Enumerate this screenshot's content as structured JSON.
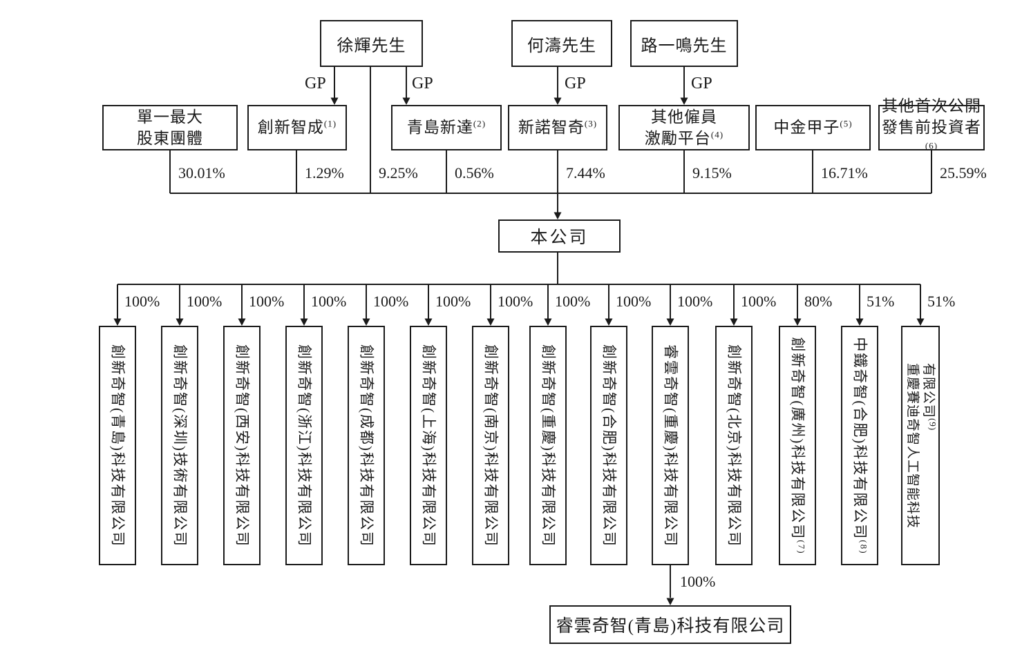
{
  "colors": {
    "line": "#1a1a1a",
    "text": "#1a1a1a",
    "background": "#ffffff"
  },
  "chart": {
    "gp_label": "GP",
    "persons": [
      "徐輝先生",
      "何濤先生",
      "路一鳴先生"
    ],
    "shareholders": [
      {
        "lines": [
          "單一最大",
          "股東團體"
        ],
        "sup": ""
      },
      {
        "lines": [
          "創新智成"
        ],
        "sup": "(1)"
      },
      {
        "lines": [
          "青島新達"
        ],
        "sup": "(2)"
      },
      {
        "lines": [
          "新諾智奇"
        ],
        "sup": "(3)"
      },
      {
        "lines": [
          "其他僱員",
          "激勵平台"
        ],
        "sup": "(4)"
      },
      {
        "lines": [
          "中金甲子"
        ],
        "sup": "(5)"
      },
      {
        "lines": [
          "其他首次公開",
          "發售前投資者"
        ],
        "sup": "(6)"
      }
    ],
    "top_percentages": [
      "30.01%",
      "1.29%",
      "9.25%",
      "0.56%",
      "7.44%",
      "9.15%",
      "16.71%",
      "25.59%"
    ],
    "company": "本公司",
    "subsidiaries": [
      {
        "lines": [
          "創新奇智(青島)科技有限公司"
        ],
        "sup": "",
        "pct": "100%"
      },
      {
        "lines": [
          "創新奇智(深圳)技術有限公司"
        ],
        "sup": "",
        "pct": "100%"
      },
      {
        "lines": [
          "創新奇智(西安)科技有限公司"
        ],
        "sup": "",
        "pct": "100%"
      },
      {
        "lines": [
          "創新奇智(浙江)科技有限公司"
        ],
        "sup": "",
        "pct": "100%"
      },
      {
        "lines": [
          "創新奇智(成都)科技有限公司"
        ],
        "sup": "",
        "pct": "100%"
      },
      {
        "lines": [
          "創新奇智(上海)科技有限公司"
        ],
        "sup": "",
        "pct": "100%"
      },
      {
        "lines": [
          "創新奇智(南京)科技有限公司"
        ],
        "sup": "",
        "pct": "100%"
      },
      {
        "lines": [
          "創新奇智(重慶)科技有限公司"
        ],
        "sup": "",
        "pct": "100%"
      },
      {
        "lines": [
          "創新奇智(合肥)科技有限公司"
        ],
        "sup": "",
        "pct": "100%"
      },
      {
        "lines": [
          "睿雲奇智(重慶)科技有限公司"
        ],
        "sup": "",
        "pct": "100%"
      },
      {
        "lines": [
          "創新奇智(北京)科技有限公司"
        ],
        "sup": "",
        "pct": "100%"
      },
      {
        "lines": [
          "創新奇智(廣州)科技有限公司"
        ],
        "sup": "(7)",
        "pct": "80%"
      },
      {
        "lines": [
          "中鐵奇智(合肥)科技有限公司"
        ],
        "sup": "(8)",
        "pct": "51%"
      },
      {
        "lines": [
          "重慶賽迪奇智人工智能科技",
          "有限公司"
        ],
        "sup": "(9)",
        "pct": "51%"
      }
    ],
    "sub_subsidiary": {
      "name": "睿雲奇智(青島)科技有限公司",
      "pct": "100%"
    }
  }
}
